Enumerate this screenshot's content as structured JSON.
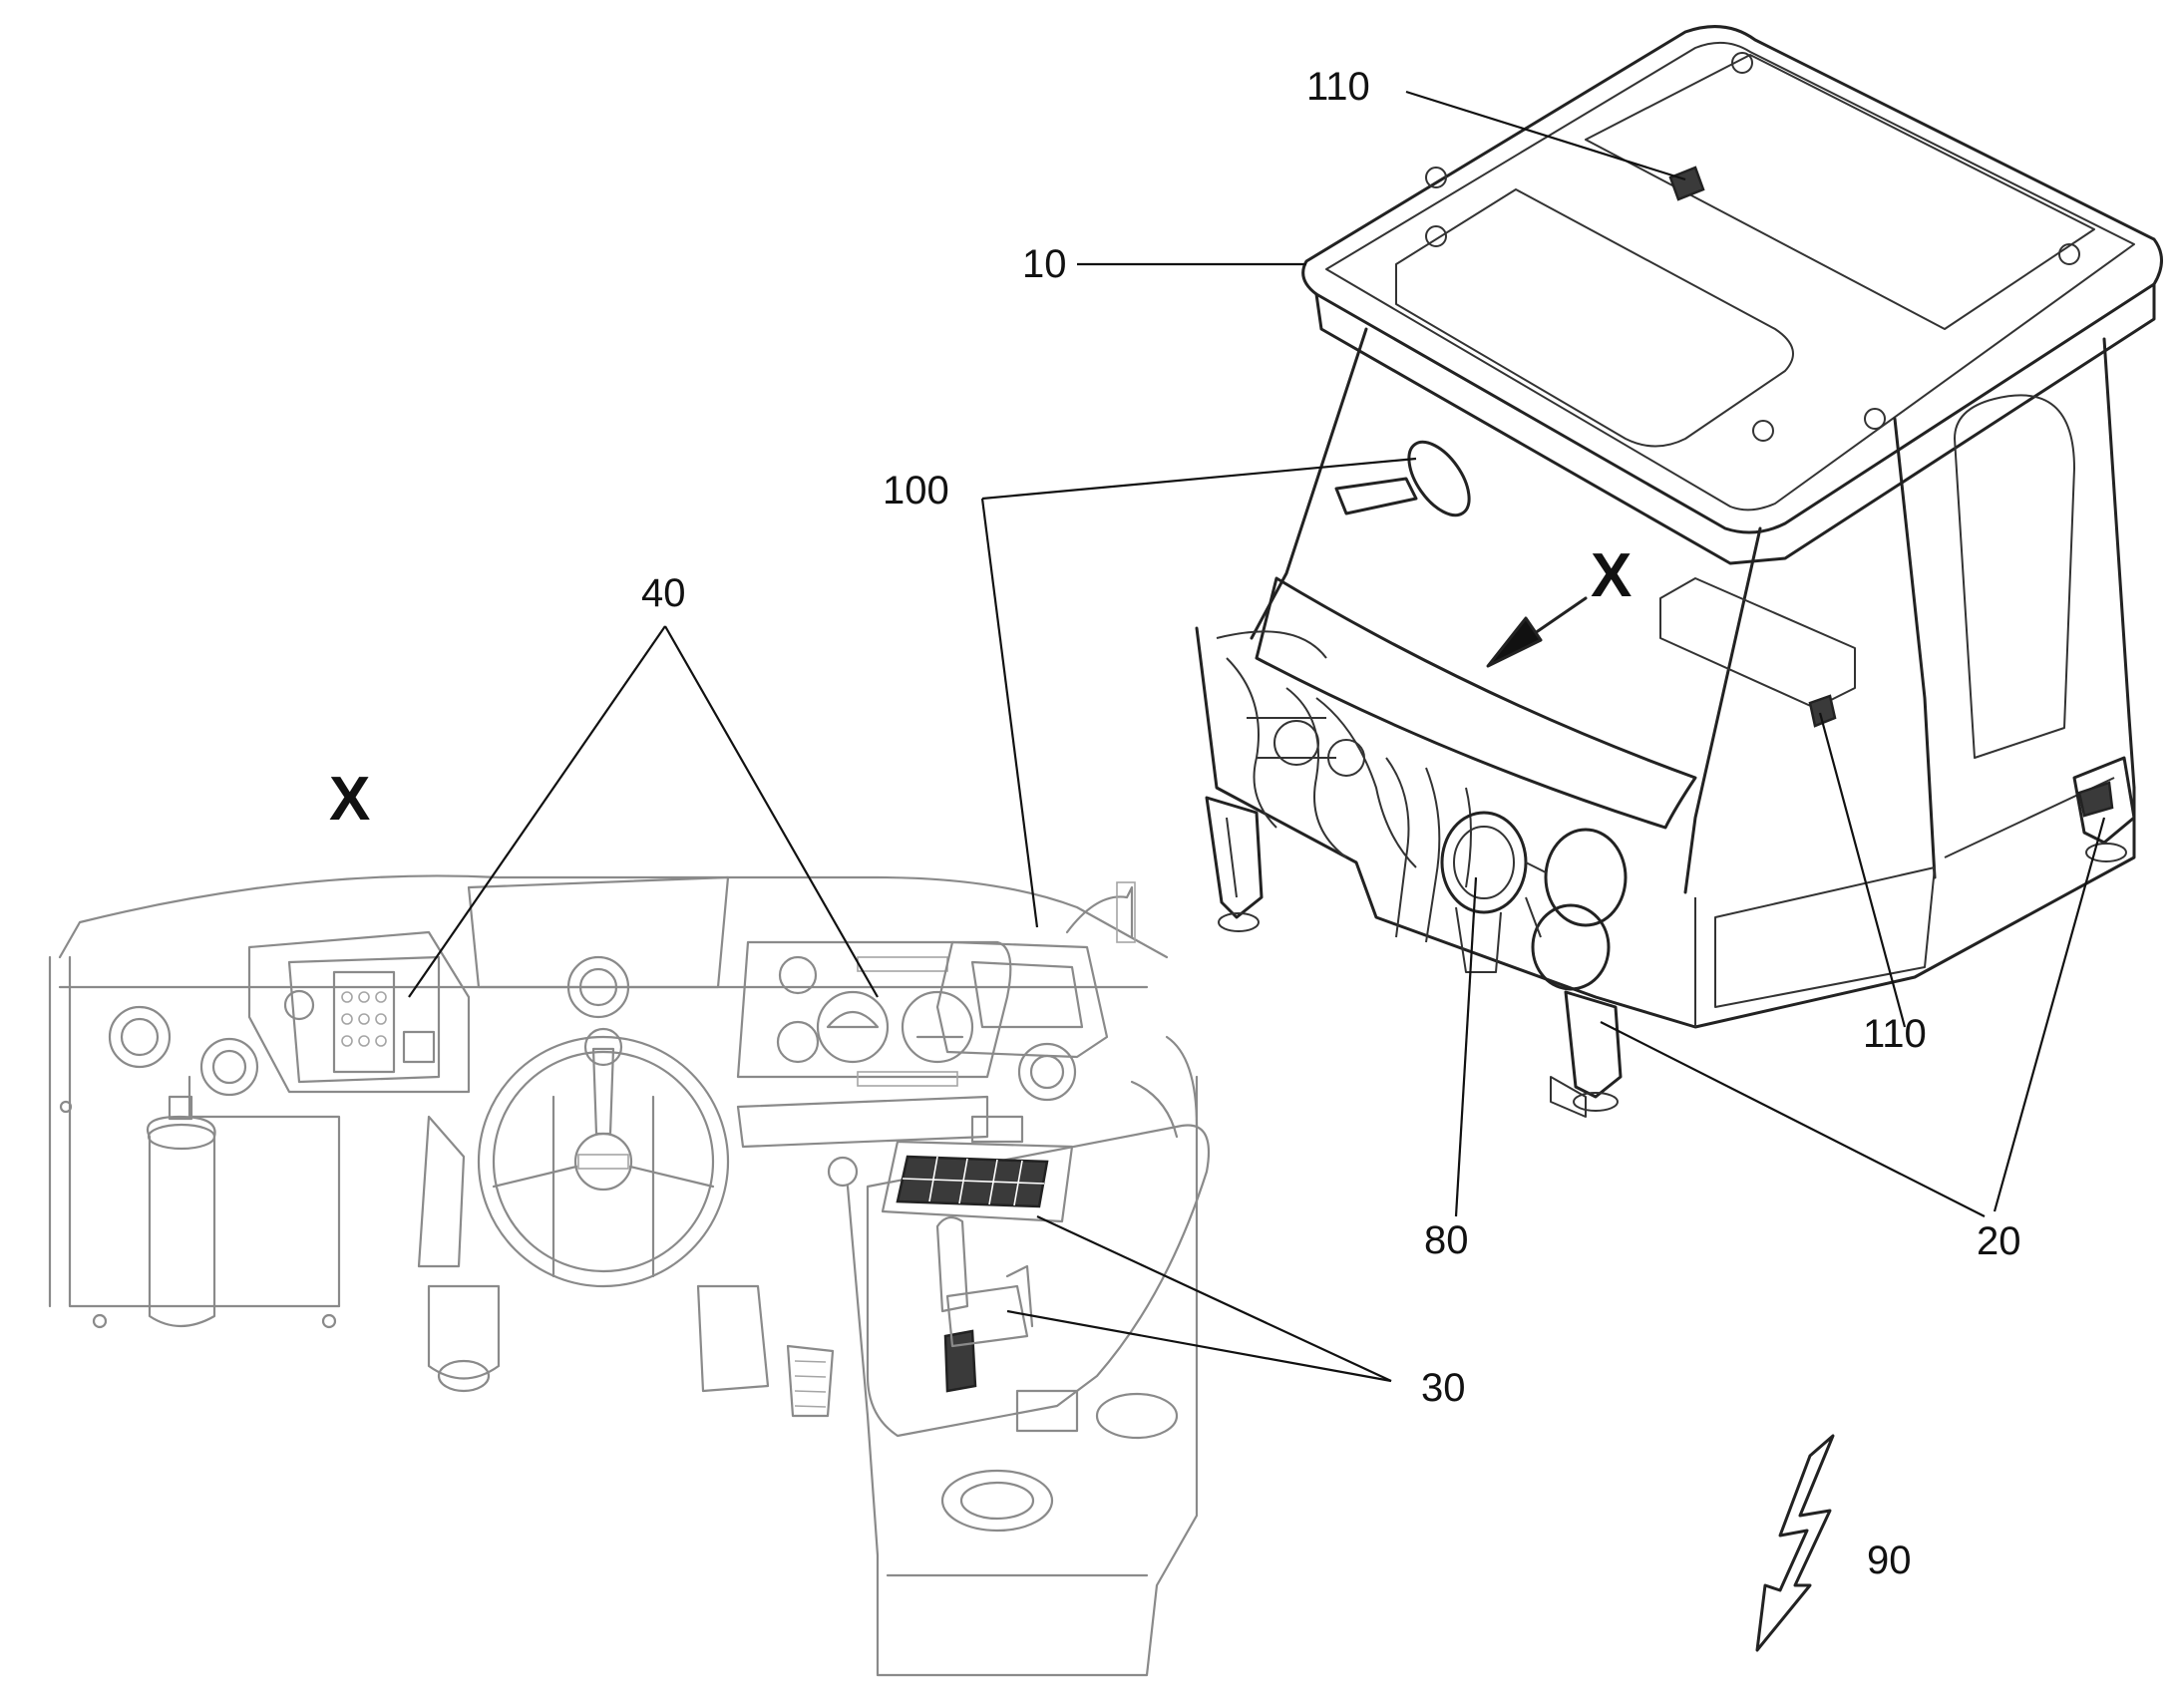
{
  "figure": {
    "view_labels": [
      "X",
      "X"
    ],
    "reference_labels": {
      "cab_roof": "10",
      "cab_mounts": "20",
      "operator_controls": "30",
      "dashboard_panels": "40",
      "brake_assembly": "80",
      "signal_symbol": "90",
      "display_terminal": "100",
      "antenna_upper": "110",
      "antenna_lower": "110"
    }
  }
}
